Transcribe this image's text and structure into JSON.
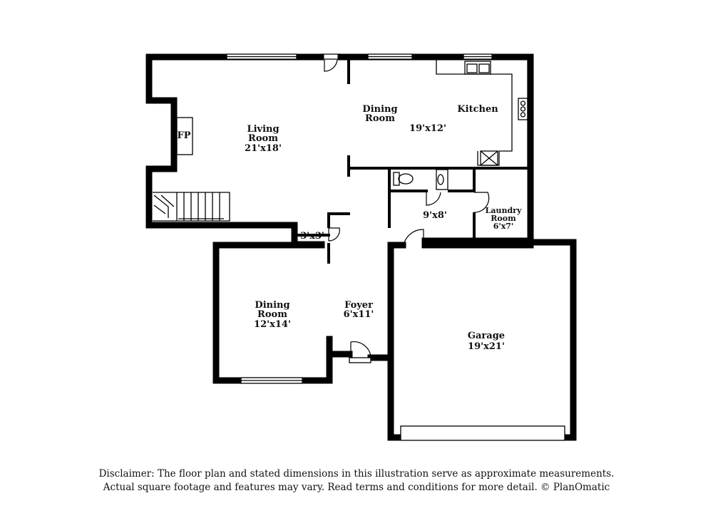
{
  "rooms": {
    "living": {
      "name_line1": "Living",
      "name_line2": "Room",
      "dims": "21'x18'"
    },
    "fireplace": {
      "label": "FP"
    },
    "dining_top": {
      "name_line1": "Dining",
      "name_line2": "Room"
    },
    "kitchen": {
      "name": "Kitchen",
      "dims": "19'x12'"
    },
    "bath": {
      "dims": "9'x8'"
    },
    "laundry": {
      "name_line1": "Laundry",
      "name_line2": "Room",
      "dims": "6'x7'"
    },
    "closet": {
      "dims": "3'x3'"
    },
    "dining_bottom": {
      "name_line1": "Dining",
      "name_line2": "Room",
      "dims": "12'x14'"
    },
    "foyer": {
      "name": "Foyer",
      "dims": "6'x11'"
    },
    "garage": {
      "name": "Garage",
      "dims": "19'x21'"
    }
  },
  "disclaimer": {
    "line1": "Disclaimer: The floor plan and stated dimensions in this illustration serve as approximate measurements.",
    "line2": "Actual square footage and features may vary. Read terms and conditions for more detail. © PlanOmatic"
  }
}
